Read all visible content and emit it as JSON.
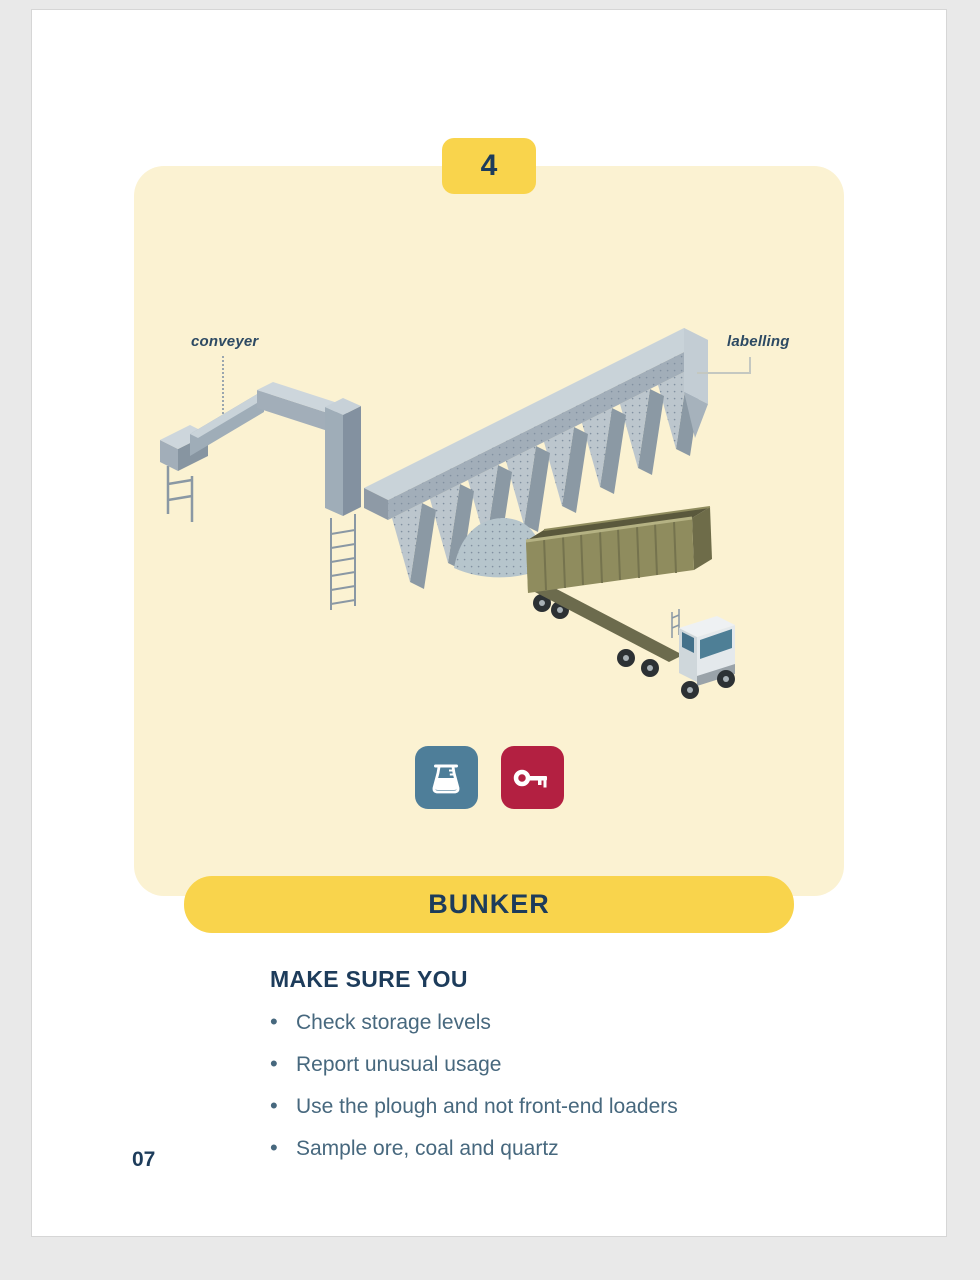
{
  "colors": {
    "background": "#e9e9e9",
    "card": "#ffffff",
    "accent_yellow": "#f9d44c",
    "panel_cream": "#fbf2d2",
    "navy_text": "#1d3c5b",
    "slate_text": "#47687e",
    "beaker_tile_bg": "#4e7e99",
    "key_tile_bg": "#b32041"
  },
  "badge": {
    "number": "4"
  },
  "illustration": {
    "label_conveyer": "conveyer",
    "label_labelling": "labelling",
    "icons": [
      {
        "name": "beaker-icon",
        "bg": "#4e7e99"
      },
      {
        "name": "key-icon",
        "bg": "#b32041"
      }
    ]
  },
  "banner": {
    "title": "BUNKER"
  },
  "checklist": {
    "heading": "MAKE SURE YOU",
    "items": [
      "Check storage levels",
      "Report unusual usage",
      "Use the plough and not front-end loaders",
      "Sample ore, coal and quartz"
    ]
  },
  "footer": {
    "page_number": "07"
  }
}
